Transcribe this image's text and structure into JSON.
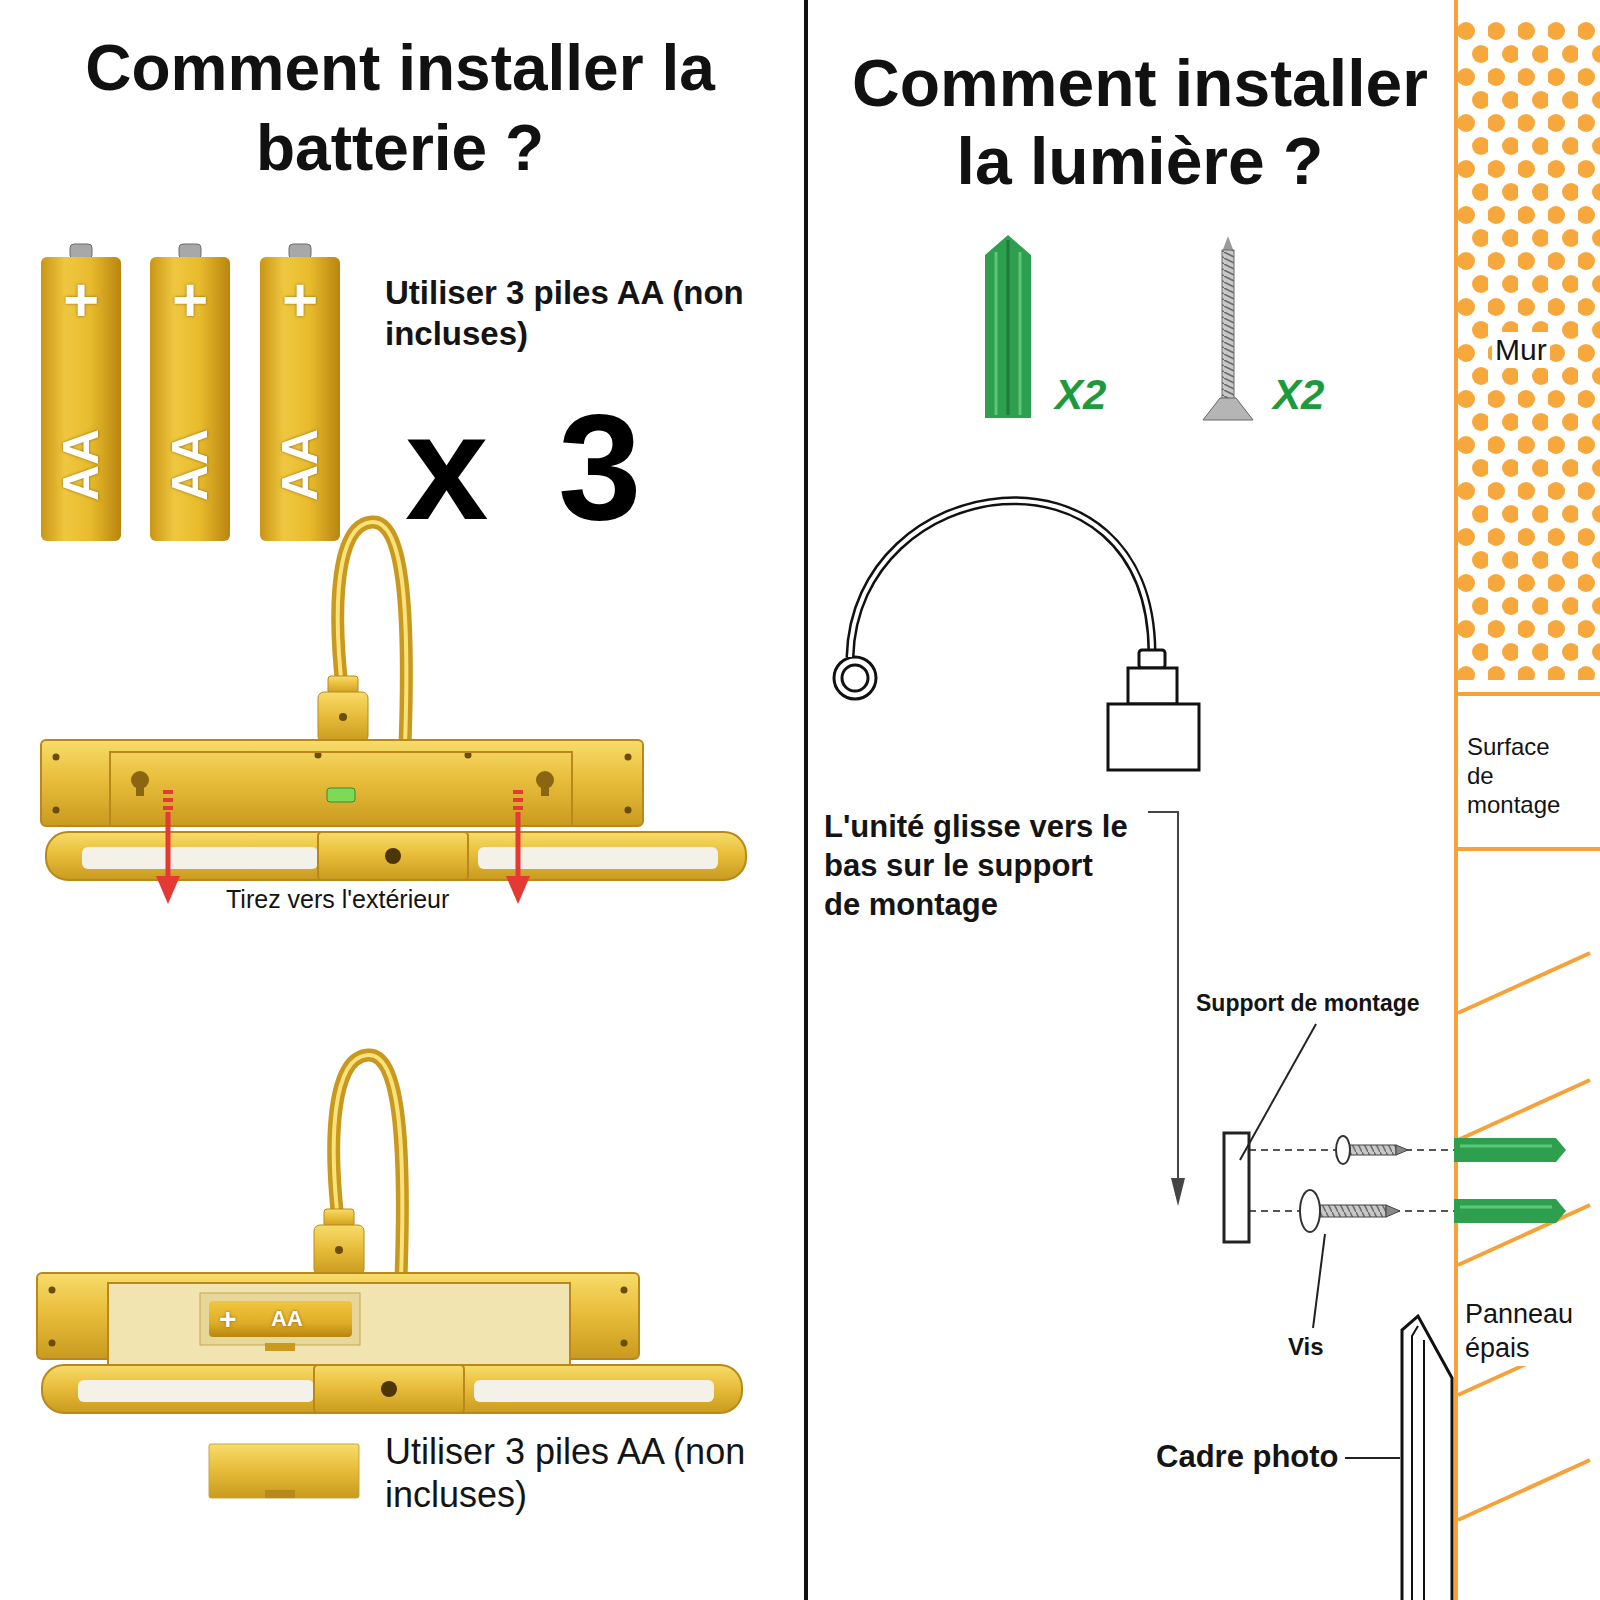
{
  "diagram": {
    "nodes": [
      {
        "text": [
          "+",
          "AA"
        ]
      },
      {
        "text": [
          "+",
          "AA"
        ]
      },
      {
        "text": [
          "+",
          "AA"
        ]
      },
      {
        "text": [
          "+",
          "AA"
        ]
      }
    ],
    "labels": [
      "Comment installer la batterie ?",
      "Utiliser 3 piles AA (non incluses)",
      "x 3",
      "Tirez vers l'extérieur",
      "Utiliser 3 piles AA (non incluses)",
      "Comment installer la lumière ?",
      "X2",
      "X2",
      "Mur",
      "Surface de montage",
      "L'unité glisse vers le bas sur le support de montage",
      "Support de montage",
      "Vis",
      "Panneau épais",
      "Cadre photo"
    ]
  }
}
